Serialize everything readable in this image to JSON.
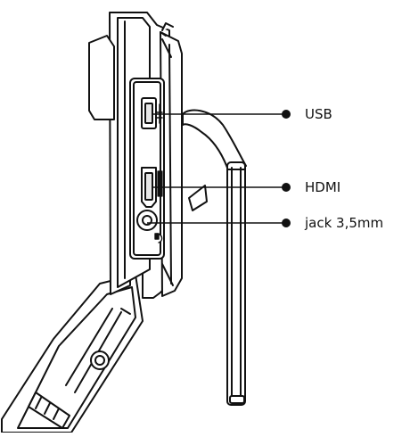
{
  "callouts": [
    {
      "id": "usb",
      "label": "USB"
    },
    {
      "id": "hdmi",
      "label": "HDMI"
    },
    {
      "id": "jack",
      "label": "jack 3,5mm"
    }
  ],
  "colors": {
    "line": "#111111",
    "fill": "#ffffff",
    "shade": "#e6e6e6"
  }
}
